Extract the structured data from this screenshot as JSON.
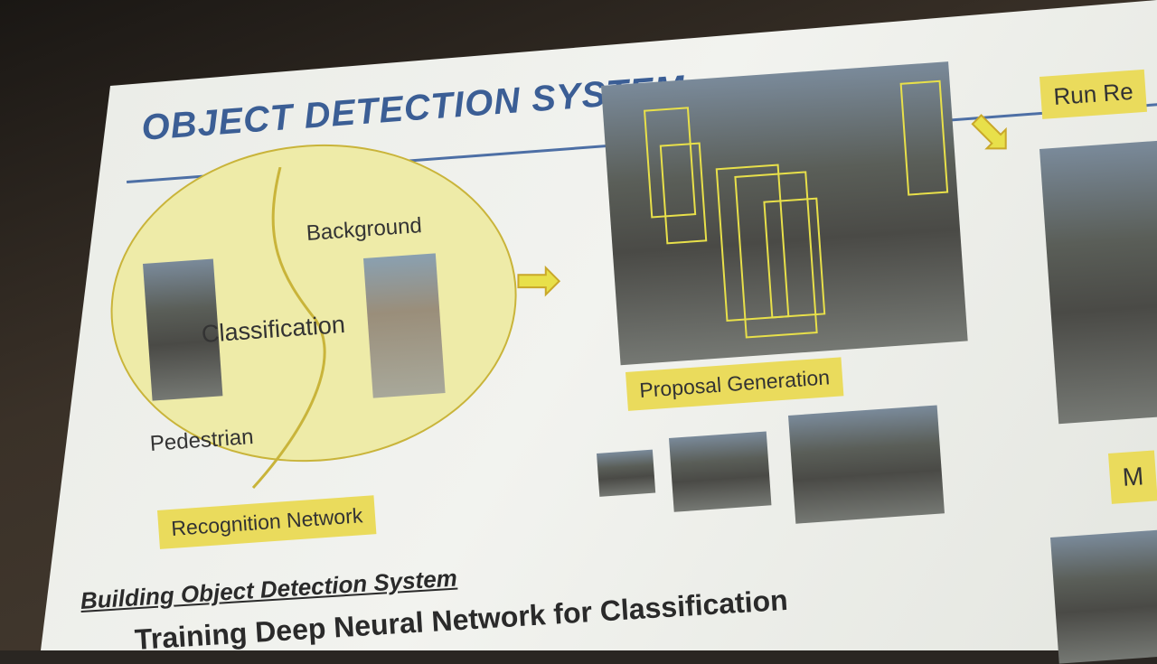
{
  "slide": {
    "title": "OBJECT DETECTION SYSTEM",
    "diagram": {
      "background_label": "Background",
      "classification_label": "Classification",
      "pedestrian_label": "Pedestrian",
      "recognition_network": "Recognition Network",
      "proposal_generation": "Proposal Generation",
      "run_label": "Run Re",
      "right_label": "M"
    },
    "heading": "Building Object Detection System",
    "bullet": "Training Deep Neural Network for Classification",
    "colors": {
      "title": "#3b5e95",
      "label_bg": "#eadb5c",
      "box": "#e8e04a"
    }
  }
}
